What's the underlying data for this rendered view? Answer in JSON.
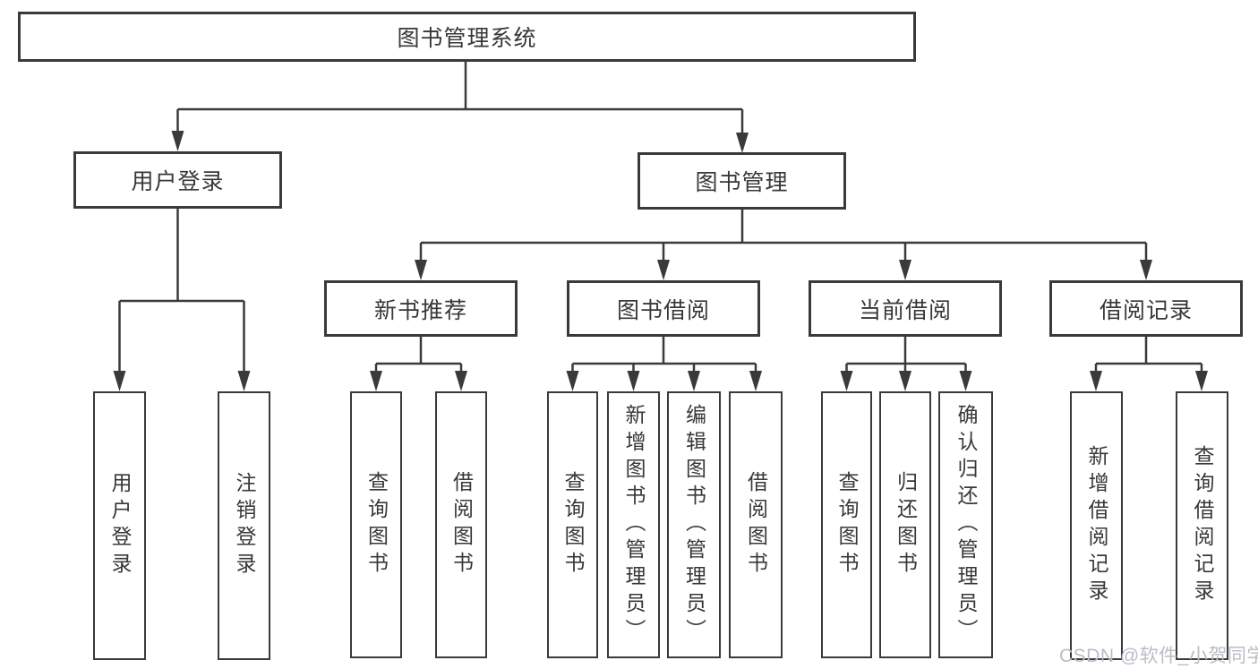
{
  "diagram": {
    "root": {
      "label": "图书管理系统"
    },
    "branches": [
      {
        "label": "用户登录",
        "children": [
          {
            "label": "用户登录"
          },
          {
            "label": "注销登录"
          }
        ]
      },
      {
        "label": "图书管理",
        "children": [
          {
            "label": "新书推荐",
            "children": [
              {
                "label": "查询图书"
              },
              {
                "label": "借阅图书"
              }
            ]
          },
          {
            "label": "图书借阅",
            "children": [
              {
                "label": "查询图书"
              },
              {
                "label": "新增图书（管理员）"
              },
              {
                "label": "编辑图书（管理员）"
              },
              {
                "label": "借阅图书"
              }
            ]
          },
          {
            "label": "当前借阅",
            "children": [
              {
                "label": "查询图书"
              },
              {
                "label": "归还图书"
              },
              {
                "label": "确认归还（管理员）"
              }
            ]
          },
          {
            "label": "借阅记录",
            "children": [
              {
                "label": "新增借阅记录"
              },
              {
                "label": "查询借阅记录"
              }
            ]
          }
        ]
      }
    ],
    "watermark": "CSDN @软件_小贺同学",
    "colors": {
      "line": "#3a3a3a",
      "text": "#383838",
      "watermark": "#b9bdc6",
      "background": "#ffffff"
    }
  }
}
